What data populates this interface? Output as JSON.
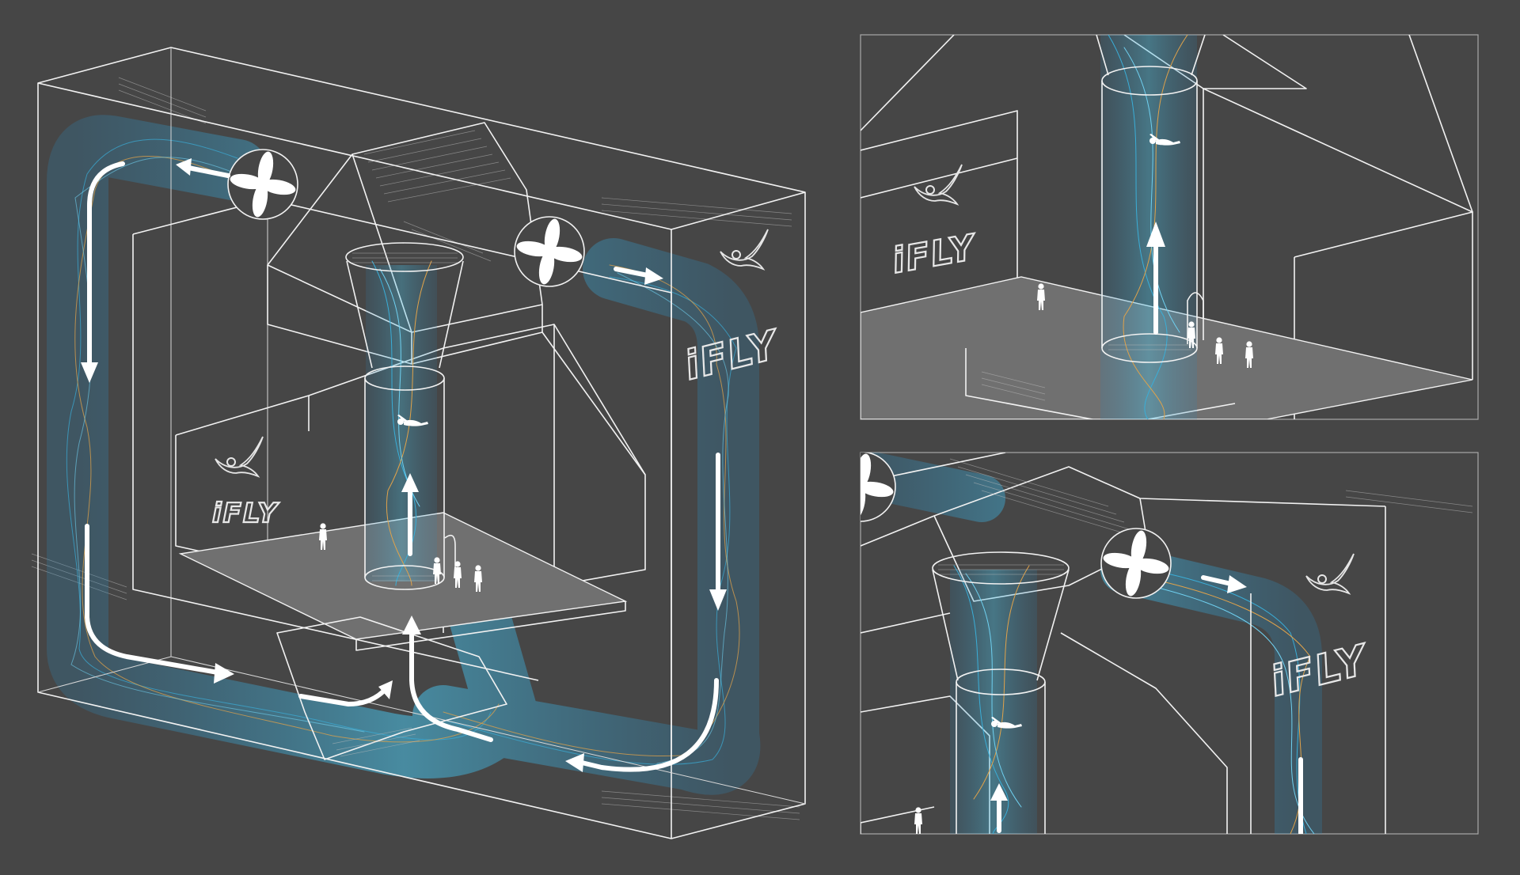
{
  "brand": {
    "text": "iFLY"
  },
  "colors": {
    "background": "#464646",
    "line": "#f2f2f2",
    "floor": "#707070",
    "airflow_blue": "#3aaed8",
    "airflow_orange": "#e0a24a",
    "arrow": "#ffffff"
  },
  "diagram": {
    "views": [
      "overview-cutaway",
      "detail-flight-chamber",
      "detail-upper-fan-return"
    ],
    "icons": [
      "fan-icon",
      "flyer-icon",
      "airflow-arrow-icon",
      "iFLY-logo-icon"
    ]
  }
}
